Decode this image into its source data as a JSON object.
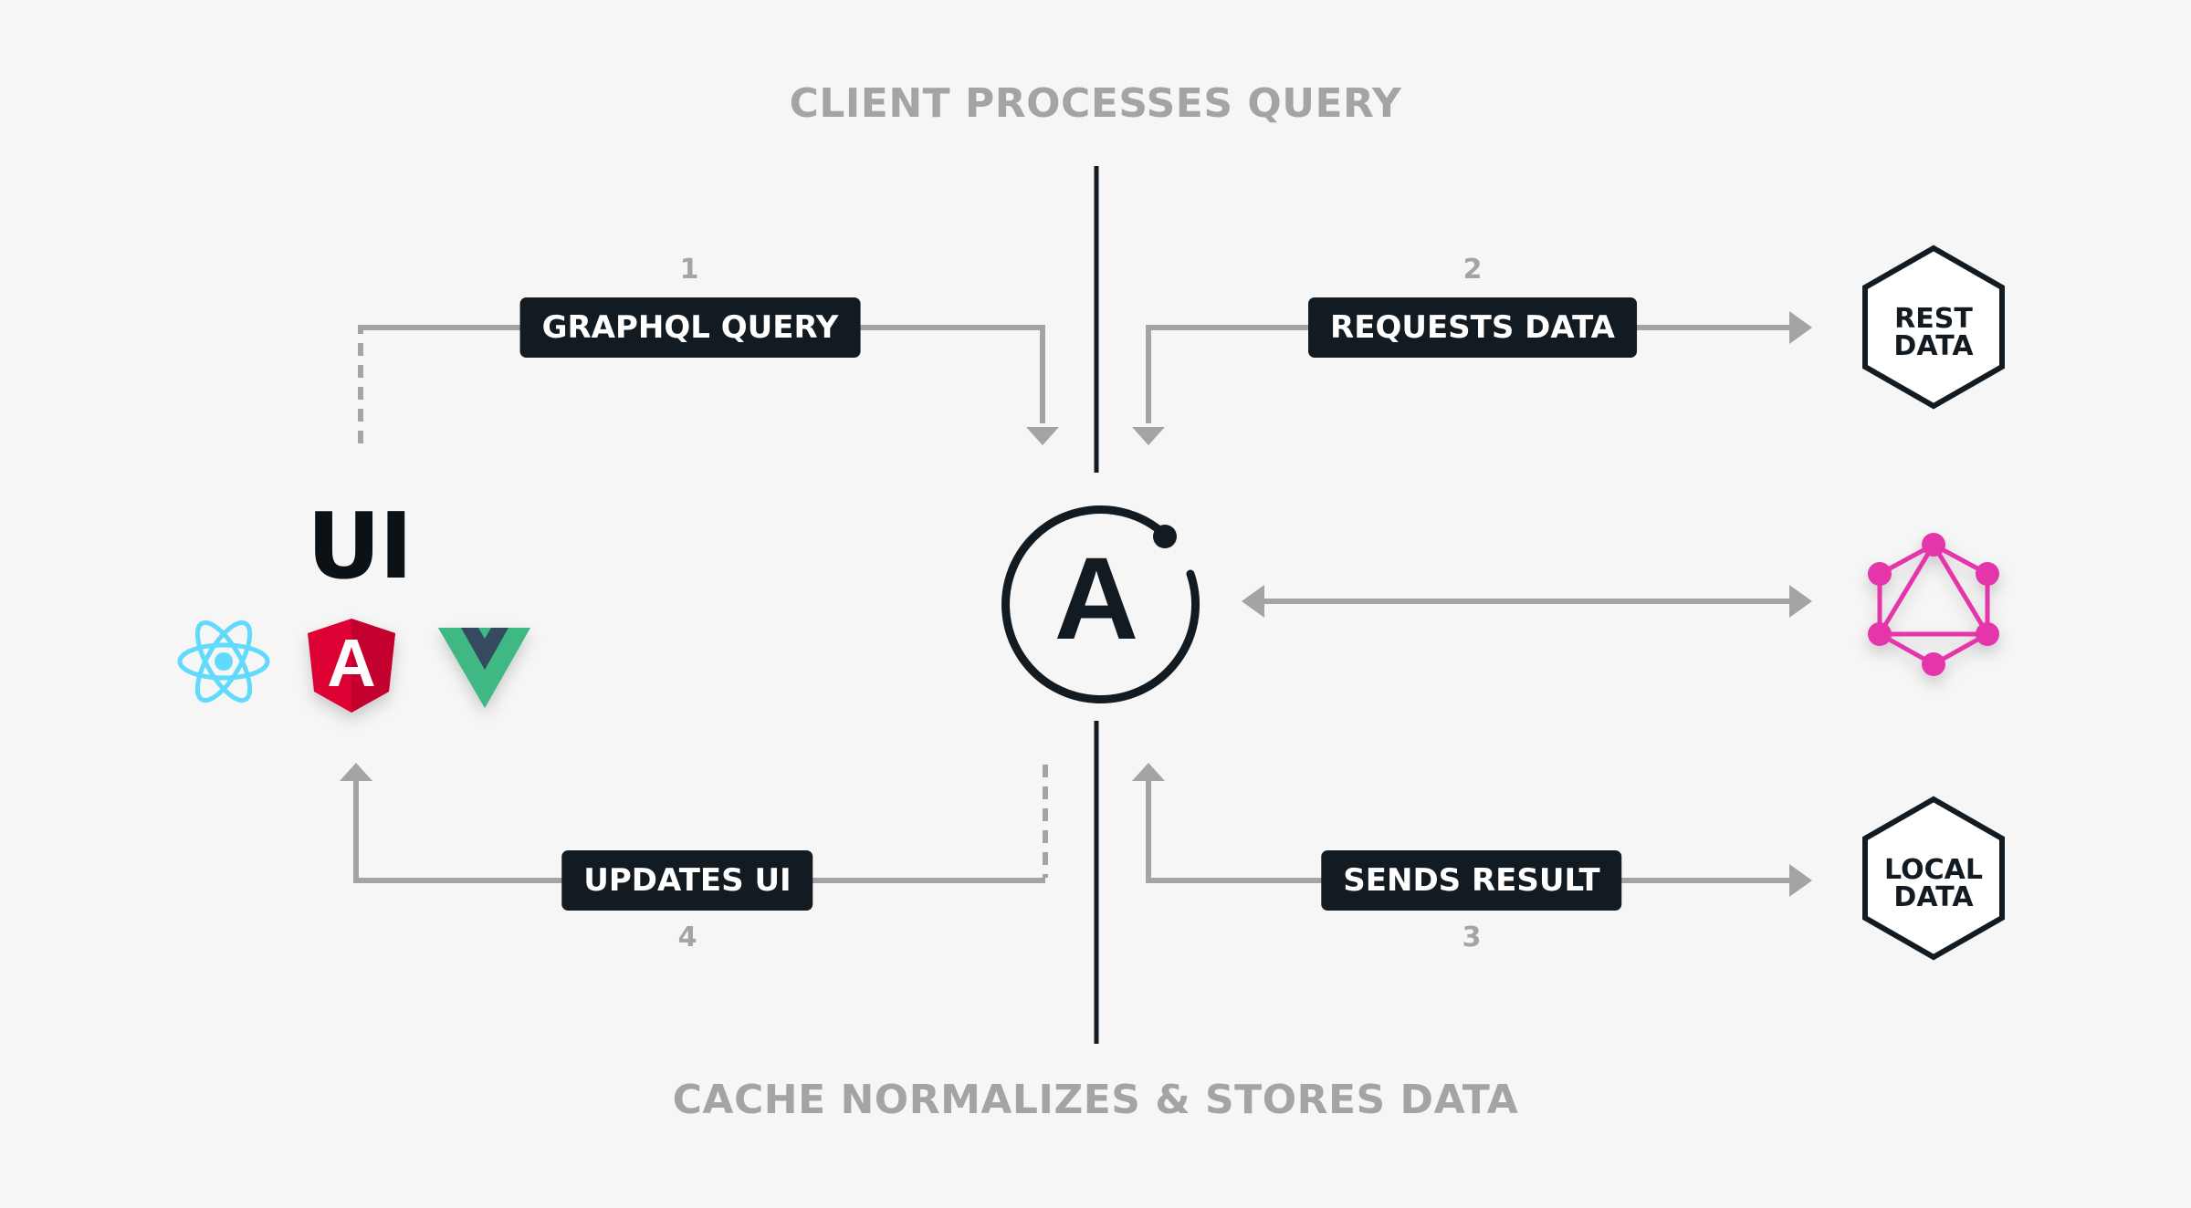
{
  "captions": {
    "top": "CLIENT PROCESSES QUERY",
    "bottom": "CACHE NORMALIZES & STORES DATA"
  },
  "steps": [
    {
      "number": "1",
      "label": "GRAPHQL QUERY"
    },
    {
      "number": "2",
      "label": "REQUESTS DATA"
    },
    {
      "number": "3",
      "label": "SENDS RESULT"
    },
    {
      "number": "4",
      "label": "UPDATES UI"
    }
  ],
  "ui": {
    "label": "UI",
    "frameworks": [
      "react-icon",
      "angular-icon",
      "vue-icon"
    ],
    "angular_letter": "A"
  },
  "center": {
    "icon": "apollo-logo-icon",
    "letter": "A"
  },
  "sources": {
    "rest": {
      "line1": "REST",
      "line2": "DATA"
    },
    "graphql": {
      "icon": "graphql-logo-icon"
    },
    "local": {
      "line1": "LOCAL",
      "line2": "DATA"
    }
  },
  "colors": {
    "background": "#f6f6f6",
    "dark": "#131b22",
    "arrow_gray": "#a2a4a6",
    "react": "#61dafb",
    "angular_red": "#dd0031",
    "angular_dark": "#c3002f",
    "vue_green": "#41b883",
    "vue_dark": "#35495e",
    "graphql_pink": "#e535ab"
  }
}
